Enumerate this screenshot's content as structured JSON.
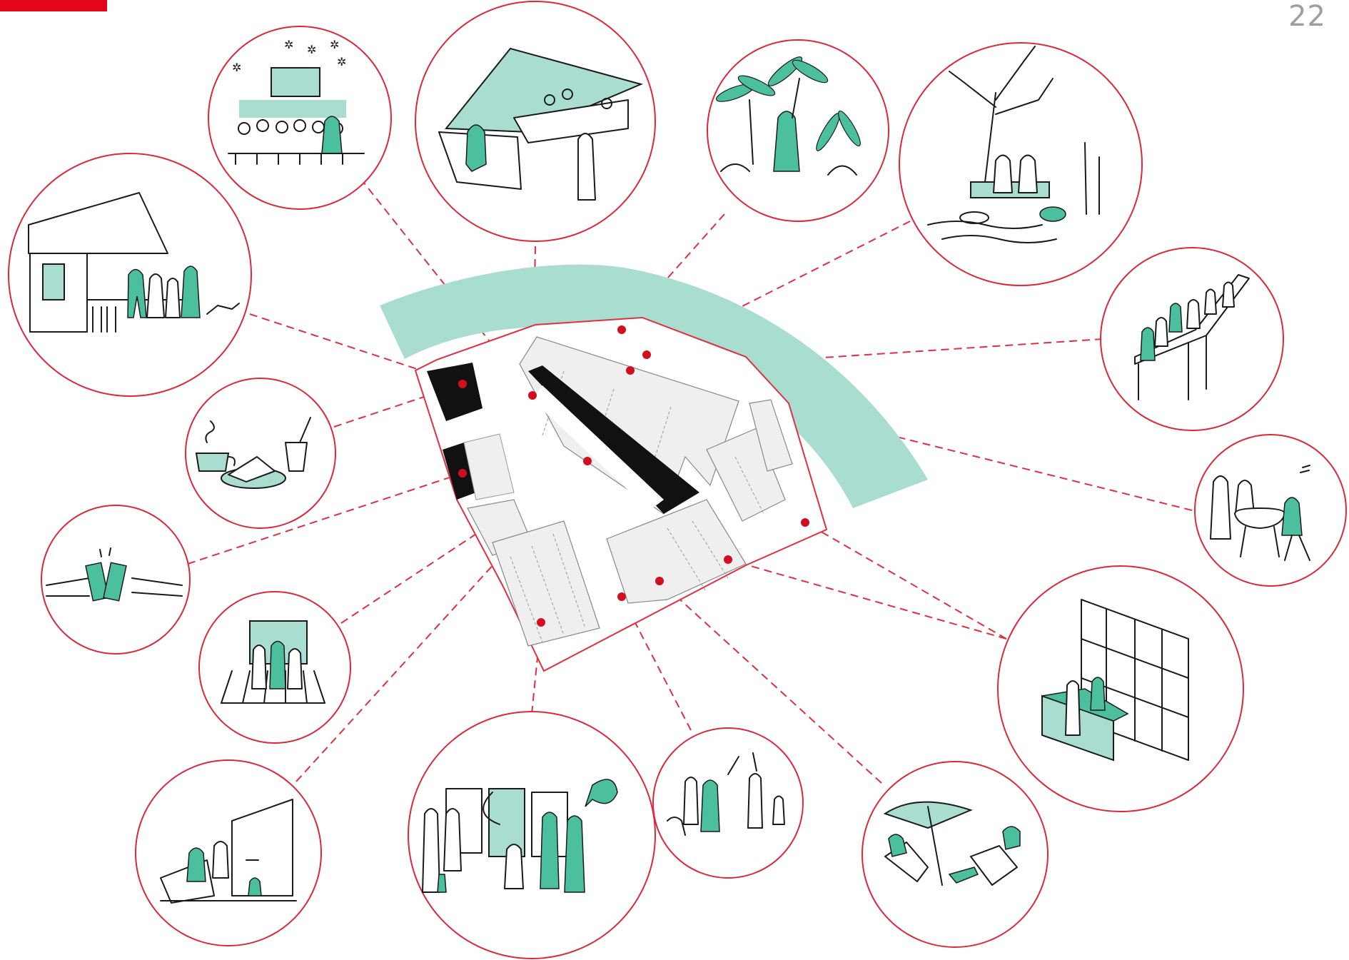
{
  "page": {
    "number": "22"
  },
  "colors": {
    "accent_red": "#d9293a",
    "connector_red": "#e0303f",
    "mint": "#a8ddd0",
    "mint_dark": "#4cbf9f",
    "ink": "#1a1a1a",
    "building_grey": "#efefef",
    "brand_red": "#e3061a"
  },
  "scenes": [
    {
      "id": "bar-awning",
      "icon": "outdoor-bar-sketch"
    },
    {
      "id": "open-air-cinema",
      "icon": "cinema-crowd-sketch"
    },
    {
      "id": "roof-terrace",
      "icon": "terrace-seating-sketch"
    },
    {
      "id": "garden-plants",
      "icon": "plants-sketch"
    },
    {
      "id": "tree-bench-stream",
      "icon": "tree-bench-sketch"
    },
    {
      "id": "long-table",
      "icon": "long-table-dinner-sketch"
    },
    {
      "id": "barbecue",
      "icon": "barbecue-sketch"
    },
    {
      "id": "shelf-shop",
      "icon": "shelf-counter-sketch"
    },
    {
      "id": "sunbathing",
      "icon": "umbrella-deckchairs-sketch"
    },
    {
      "id": "waving-group",
      "icon": "waving-people-sketch"
    },
    {
      "id": "exhibition",
      "icon": "exhibition-boards-sketch"
    },
    {
      "id": "play-corner",
      "icon": "kids-play-sketch"
    },
    {
      "id": "stage-lights",
      "icon": "stage-performance-sketch"
    },
    {
      "id": "toast",
      "icon": "toast-bottles-sketch"
    },
    {
      "id": "cafe",
      "icon": "coffee-cake-sketch"
    }
  ]
}
